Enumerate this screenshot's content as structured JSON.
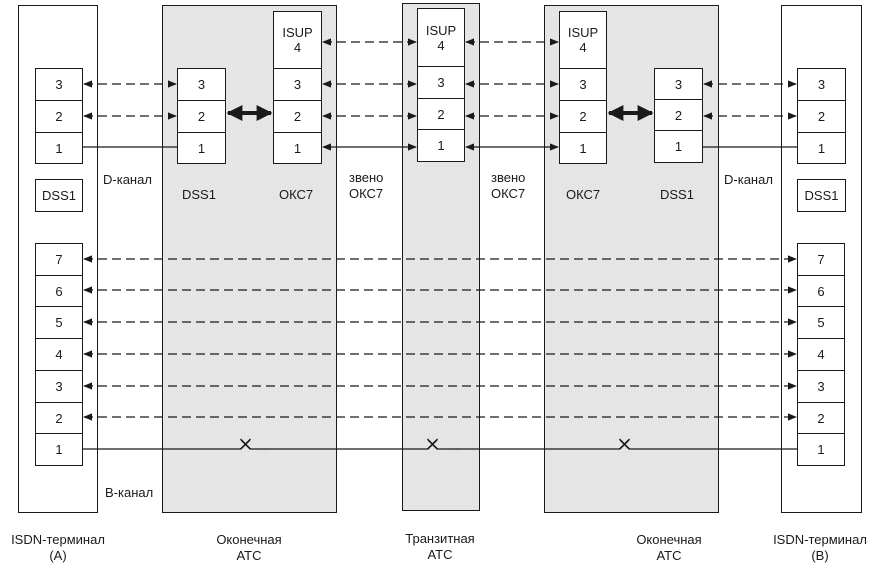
{
  "diagram": {
    "nodes": [
      {
        "id": "terminal-a",
        "label_line1": "ISDN-терминал",
        "label_line2": "(A)"
      },
      {
        "id": "exchange-1",
        "label_line1": "Оконечная",
        "label_line2": "АТС"
      },
      {
        "id": "transit",
        "label_line1": "Транзитная",
        "label_line2": "АТС"
      },
      {
        "id": "exchange-2",
        "label_line1": "Оконечная",
        "label_line2": "АТС"
      },
      {
        "id": "terminal-b",
        "label_line1": "ISDN-терминал",
        "label_line2": "(B)"
      }
    ],
    "stacks": {
      "a_d": [
        "3",
        "2",
        "1"
      ],
      "ex1_dss1": [
        "3",
        "2",
        "1"
      ],
      "ex1_okc7": [
        "ISUP",
        "4",
        "3",
        "2",
        "1"
      ],
      "transit": [
        "ISUP",
        "4",
        "3",
        "2",
        "1"
      ],
      "ex2_okc7": [
        "ISUP",
        "4",
        "3",
        "2",
        "1"
      ],
      "ex2_dss1": [
        "3",
        "2",
        "1"
      ],
      "b_d": [
        "3",
        "2",
        "1"
      ],
      "a_b": [
        "7",
        "6",
        "5",
        "4",
        "3",
        "2",
        "1"
      ],
      "b_b": [
        "7",
        "6",
        "5",
        "4",
        "3",
        "2",
        "1"
      ]
    },
    "labels": {
      "dss1": "DSS1",
      "okc7": "ОКС7",
      "d_channel": "D-канал",
      "b_channel": "B-канал",
      "link_line1": "звено",
      "link_line2": "ОКС7"
    },
    "connections": {
      "signaling_dashed": [
        "L3 A↔Ex1",
        "L2 A↔Ex1",
        "ISUP Ex1↔Transit↔Ex2",
        "L3 Ex1↔Transit↔Ex2",
        "L2 Ex1↔Transit↔Ex2",
        "L3 Ex2↔B",
        "L2 Ex2↔B"
      ],
      "physical_solid": [
        "L1 D-channel A–Ex1",
        "L1 SS7 Ex1↔Transit↔Ex2",
        "L1 D-channel Ex2–B"
      ],
      "internal_interworking": [
        "DSS1 L2 ↔ OKC7 L2 (Ex1)",
        "OKC7 L2 ↔ DSS1 L2 (Ex2)"
      ],
      "end_to_end_dashed_layers": [
        "7",
        "6",
        "5",
        "4",
        "3",
        "2"
      ],
      "b_channel_switch_points": 3
    }
  }
}
